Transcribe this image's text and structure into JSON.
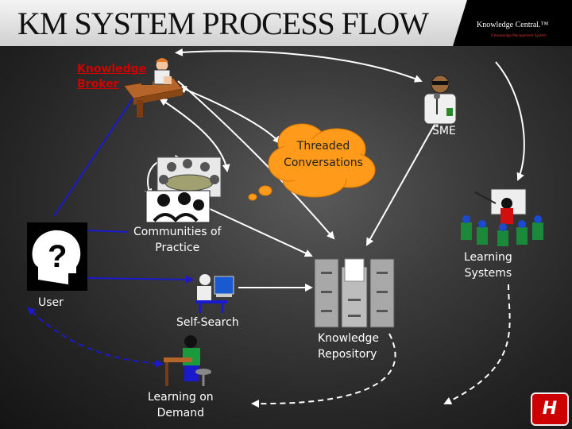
{
  "slide": {
    "title": "KM SYSTEM PROCESS FLOW",
    "brand": {
      "name": "Knowledge Central.™",
      "subtitle": "A Knowledge Management System"
    },
    "logo_text": "H"
  },
  "nodes": {
    "knowledge_broker": "Knowledge\nBroker",
    "sme": "SME",
    "threaded_conversations": "Threaded\nConversations",
    "communities_of_practice": "Communities of\nPractice",
    "learning_systems": "Learning\nSystems",
    "user": "User",
    "self_search": "Self-Search",
    "knowledge_repository": "Knowledge\nRepository",
    "learning_on_demand": "Learning on\nDemand"
  },
  "icons": {
    "broker": "person-on-phone-at-desk-icon",
    "sme": "expert-with-microphone-icon",
    "communities": "meeting-group-icon",
    "learning_systems": "classroom-presentation-icon",
    "user": "question-head-icon",
    "self_search": "person-at-computer-icon",
    "repository": "filing-cabinet-icon",
    "learning": "person-reading-at-desk-icon"
  },
  "colors": {
    "title_bar": "#e6e6e6",
    "broker_label": "#d00000",
    "cloud": "#ff9a1a",
    "arrow_blue": "#1a1acc",
    "arrow_white": "#ffffff",
    "logo": "#cc0000"
  }
}
